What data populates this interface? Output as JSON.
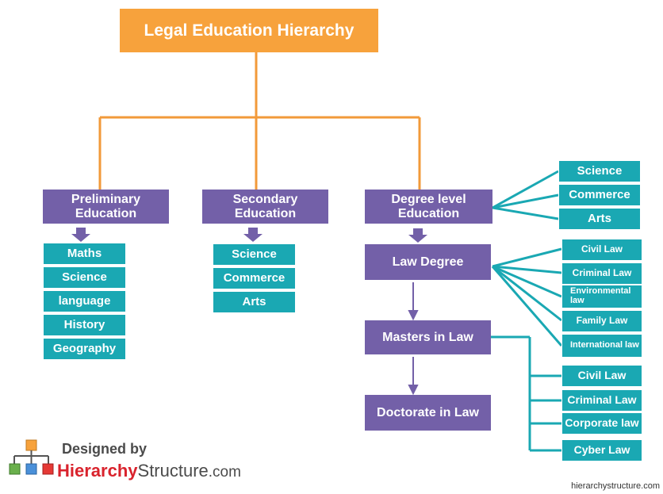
{
  "title": "Legal Education Hierarchy",
  "columns": {
    "preliminary": {
      "label": "Preliminary Education",
      "subjects": [
        "Maths",
        "Science",
        "language",
        "History",
        "Geography"
      ]
    },
    "secondary": {
      "label": "Secondary Education",
      "streams": [
        "Science",
        "Commerce",
        "Arts"
      ]
    },
    "degree": {
      "label": "Degree level Education",
      "streams": [
        "Science",
        "Commerce",
        "Arts"
      ],
      "law_degree": {
        "label": "Law Degree",
        "specializations": [
          "Civil Law",
          "Criminal Law",
          "Environmental law",
          "Family Law",
          "International law"
        ]
      },
      "masters": {
        "label": "Masters in Law",
        "specializations": [
          "Civil Law",
          "Criminal Law",
          "Corporate law",
          "Cyber Law"
        ]
      },
      "doctorate": {
        "label": "Doctorate in Law"
      }
    }
  },
  "logo": {
    "designed_by": "Designed by",
    "brand_part1": "Hierarchy",
    "brand_part2": "Structure",
    "brand_part3": ".com"
  },
  "watermark": "hierarchystructure.com",
  "colors": {
    "title": "#f7a23c",
    "category": "#7360a8",
    "leaf": "#1aa8b3",
    "title_connector": "#f29a3a",
    "leaf_connector": "#1aa8b3"
  }
}
